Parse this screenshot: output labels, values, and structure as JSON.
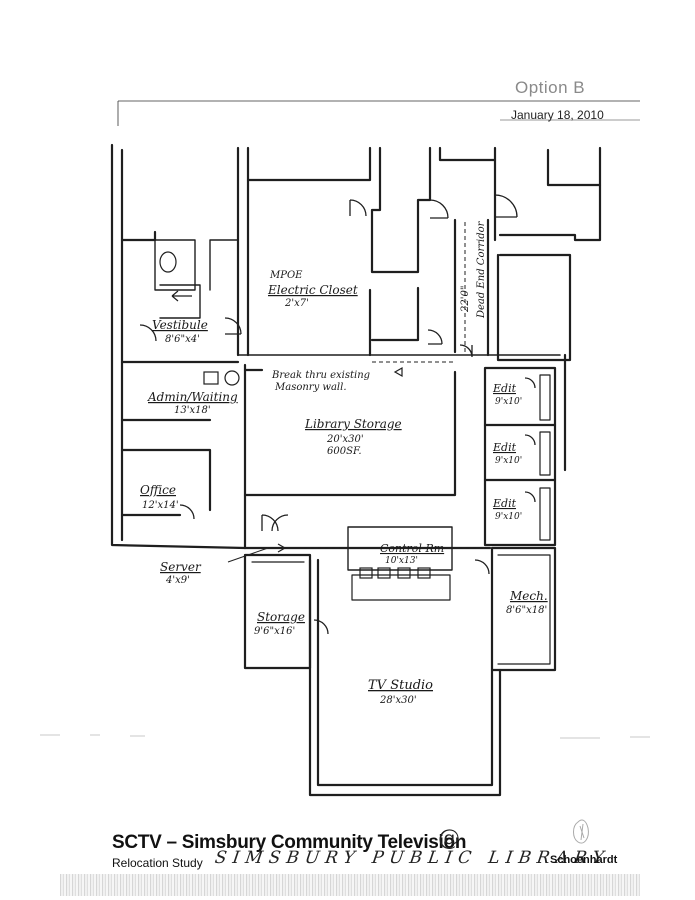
{
  "header": {
    "option": "Option B",
    "date": "January 18, 2010"
  },
  "rooms": {
    "mpoe": "MPOE",
    "electric_closet": "Electric Closet",
    "electric_closet_dims": "2'x7'",
    "vestibule": "Vestibule",
    "vestibule_dims": "8'6\"x4'",
    "admin_waiting": "Admin/Waiting",
    "admin_waiting_dims": "13'x18'",
    "office": "Office",
    "office_dims": "12'x14'",
    "server": "Server",
    "server_dims": "4'x9'",
    "library_storage": "Library Storage",
    "library_storage_dims": "20'x30'",
    "library_storage_area": "600SF.",
    "break_note_1": "Break thru existing",
    "break_note_2": "Masonry wall.",
    "corridor_dims": "22'0\"",
    "corridor_label": "Dead End Corridor",
    "edit_1": "Edit",
    "edit_1_dims": "9'x10'",
    "edit_2": "Edit",
    "edit_2_dims": "9'x10'",
    "edit_3": "Edit",
    "edit_3_dims": "9'x10'",
    "control_rm": "Control Rm",
    "control_rm_dims": "10'x13'",
    "mech": "Mech.",
    "mech_dims": "8'6\"x18'",
    "storage": "Storage",
    "storage_dims": "9'6\"x16'",
    "tv_studio": "TV Studio",
    "tv_studio_dims": "28'x30'"
  },
  "footer": {
    "title": "SCTV – Simsbury Community Television",
    "at_symbol": "@",
    "subtitle": "Relocation Study",
    "handwritten": "SIMSBURY PUBLIC LIBRARY",
    "firm": "Schoenhardt"
  }
}
